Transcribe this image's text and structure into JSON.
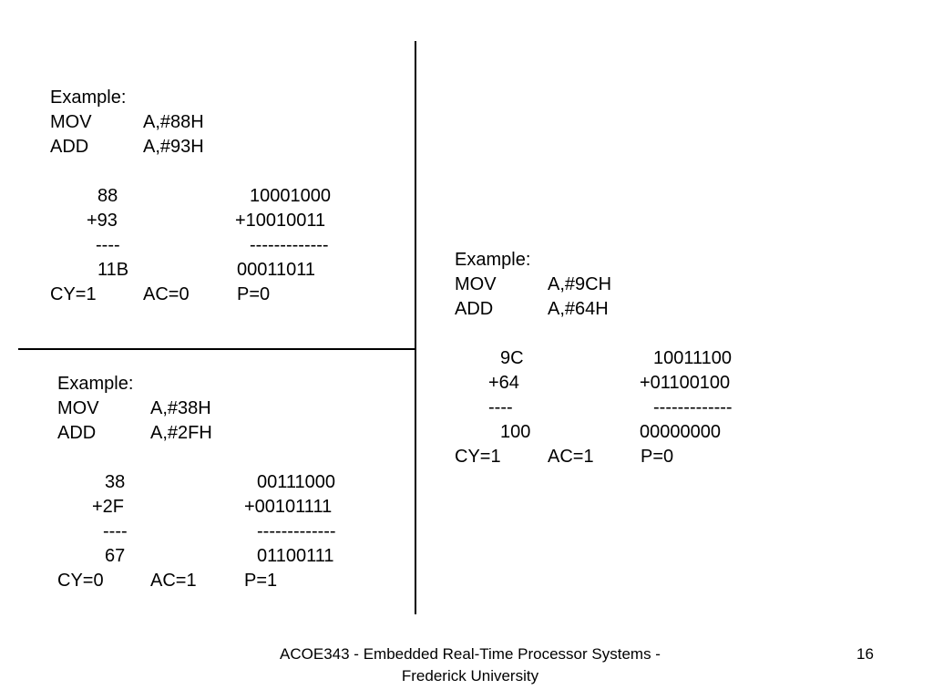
{
  "examples": [
    {
      "heading": "Example:",
      "instr1": {
        "op": "MOV",
        "arg": "A,#88H"
      },
      "instr2": {
        "op": "ADD",
        "arg": "A,#93H"
      },
      "hex_a": "88",
      "bin_a": "10001000",
      "hex_b": "+93",
      "bin_b": "+10010011",
      "hex_rule": "----",
      "bin_rule": "-------------",
      "hex_sum": "11B",
      "bin_sum": "00011011",
      "cy": "CY=1",
      "ac": "AC=0",
      "p": "P=0"
    },
    {
      "heading": "Example:",
      "instr1": {
        "op": "MOV",
        "arg": "A,#38H"
      },
      "instr2": {
        "op": "ADD",
        "arg": "A,#2FH"
      },
      "hex_a": "38",
      "bin_a": "00111000",
      "hex_b": "+2F",
      "bin_b": "+00101111",
      "hex_rule": "----",
      "bin_rule": "-------------",
      "hex_sum": "67",
      "bin_sum": "01100111",
      "cy": "CY=0",
      "ac": "AC=1",
      "p": "P=1"
    },
    {
      "heading": "Example:",
      "instr1": {
        "op": "MOV",
        "arg": "A,#9CH"
      },
      "instr2": {
        "op": "ADD",
        "arg": "A,#64H"
      },
      "hex_a": "9C",
      "bin_a": "10011100",
      "hex_b": "+64",
      "bin_b": "+01100100",
      "hex_rule": "----",
      "bin_rule": "-------------",
      "hex_sum": "100",
      "bin_sum": "00000000",
      "cy": "CY=1",
      "ac": "AC=1",
      "p": "P=0"
    }
  ],
  "footer": {
    "line1": "ACOE343 - Embedded Real-Time Processor Systems -",
    "line2": "Frederick University",
    "page_number": "16"
  }
}
